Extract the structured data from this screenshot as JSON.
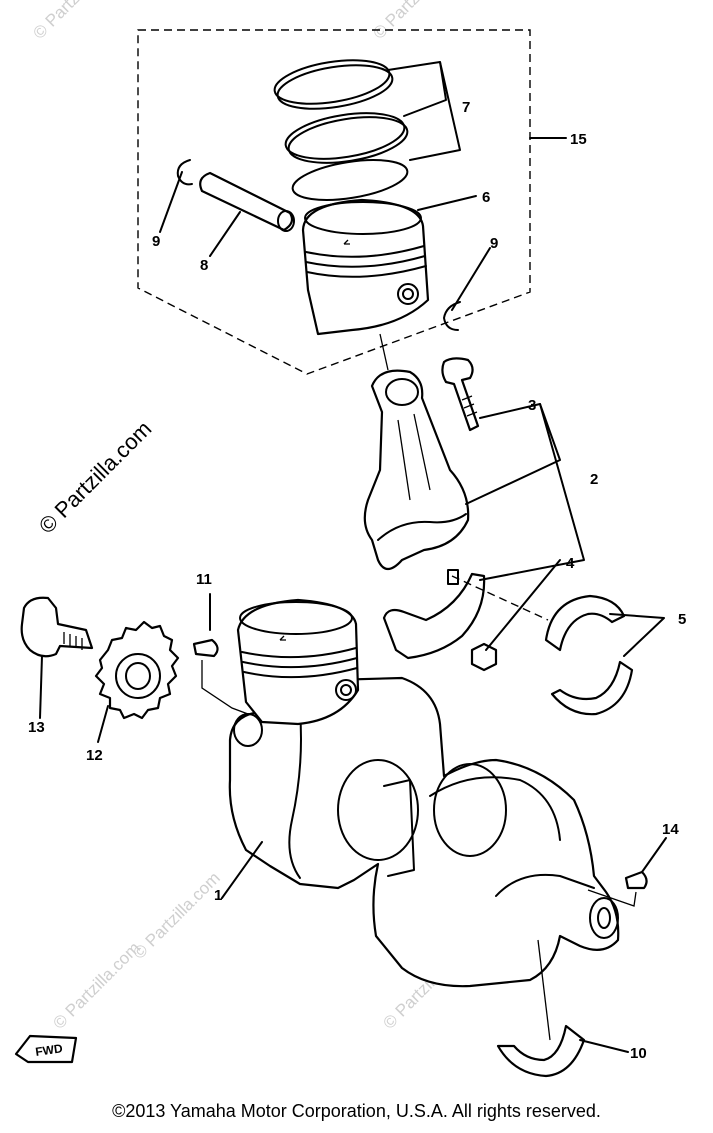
{
  "diagram": {
    "callouts": {
      "c1": "1",
      "c2": "2",
      "c3": "3",
      "c4": "4",
      "c5": "5",
      "c6": "6",
      "c7": "7",
      "c8": "8",
      "c9a": "9",
      "c9b": "9",
      "c10": "10",
      "c11": "11",
      "c12": "12",
      "c13": "13",
      "c14": "14",
      "c15": "15"
    },
    "fwd_label": "FWD",
    "watermark_main": "© Partzilla.com",
    "watermark_faint": "© Partzilla.com"
  },
  "footer": {
    "copyright": "©2013  Yamaha Motor Corporation, U.S.A. All rights reserved."
  },
  "colors": {
    "line": "#000000",
    "background": "#ffffff",
    "watermark": "#cfcfcf"
  }
}
